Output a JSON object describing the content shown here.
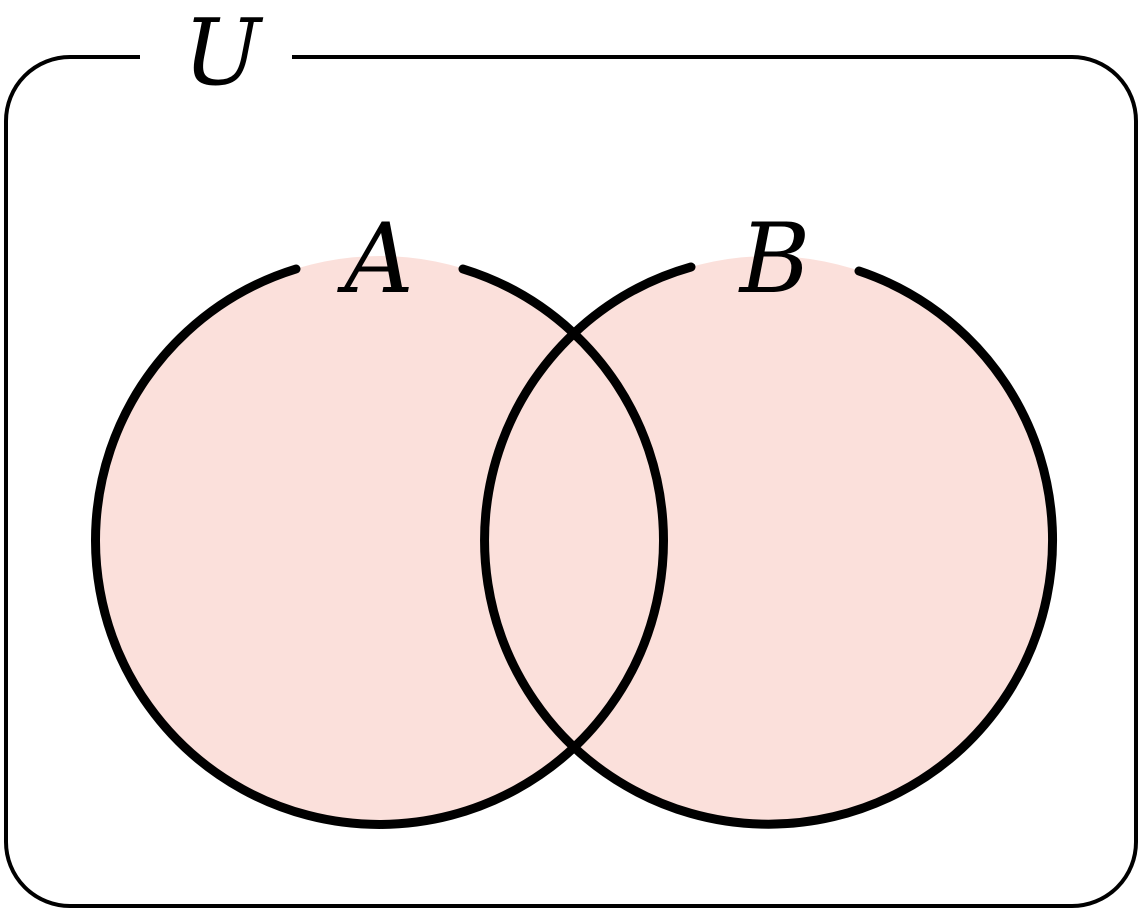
{
  "universe": {
    "label": "U"
  },
  "sets": [
    {
      "label": "A"
    },
    {
      "label": "B"
    }
  ],
  "colors": {
    "fill": "#fbe0db",
    "stroke": "#000000",
    "background": "#ffffff"
  }
}
